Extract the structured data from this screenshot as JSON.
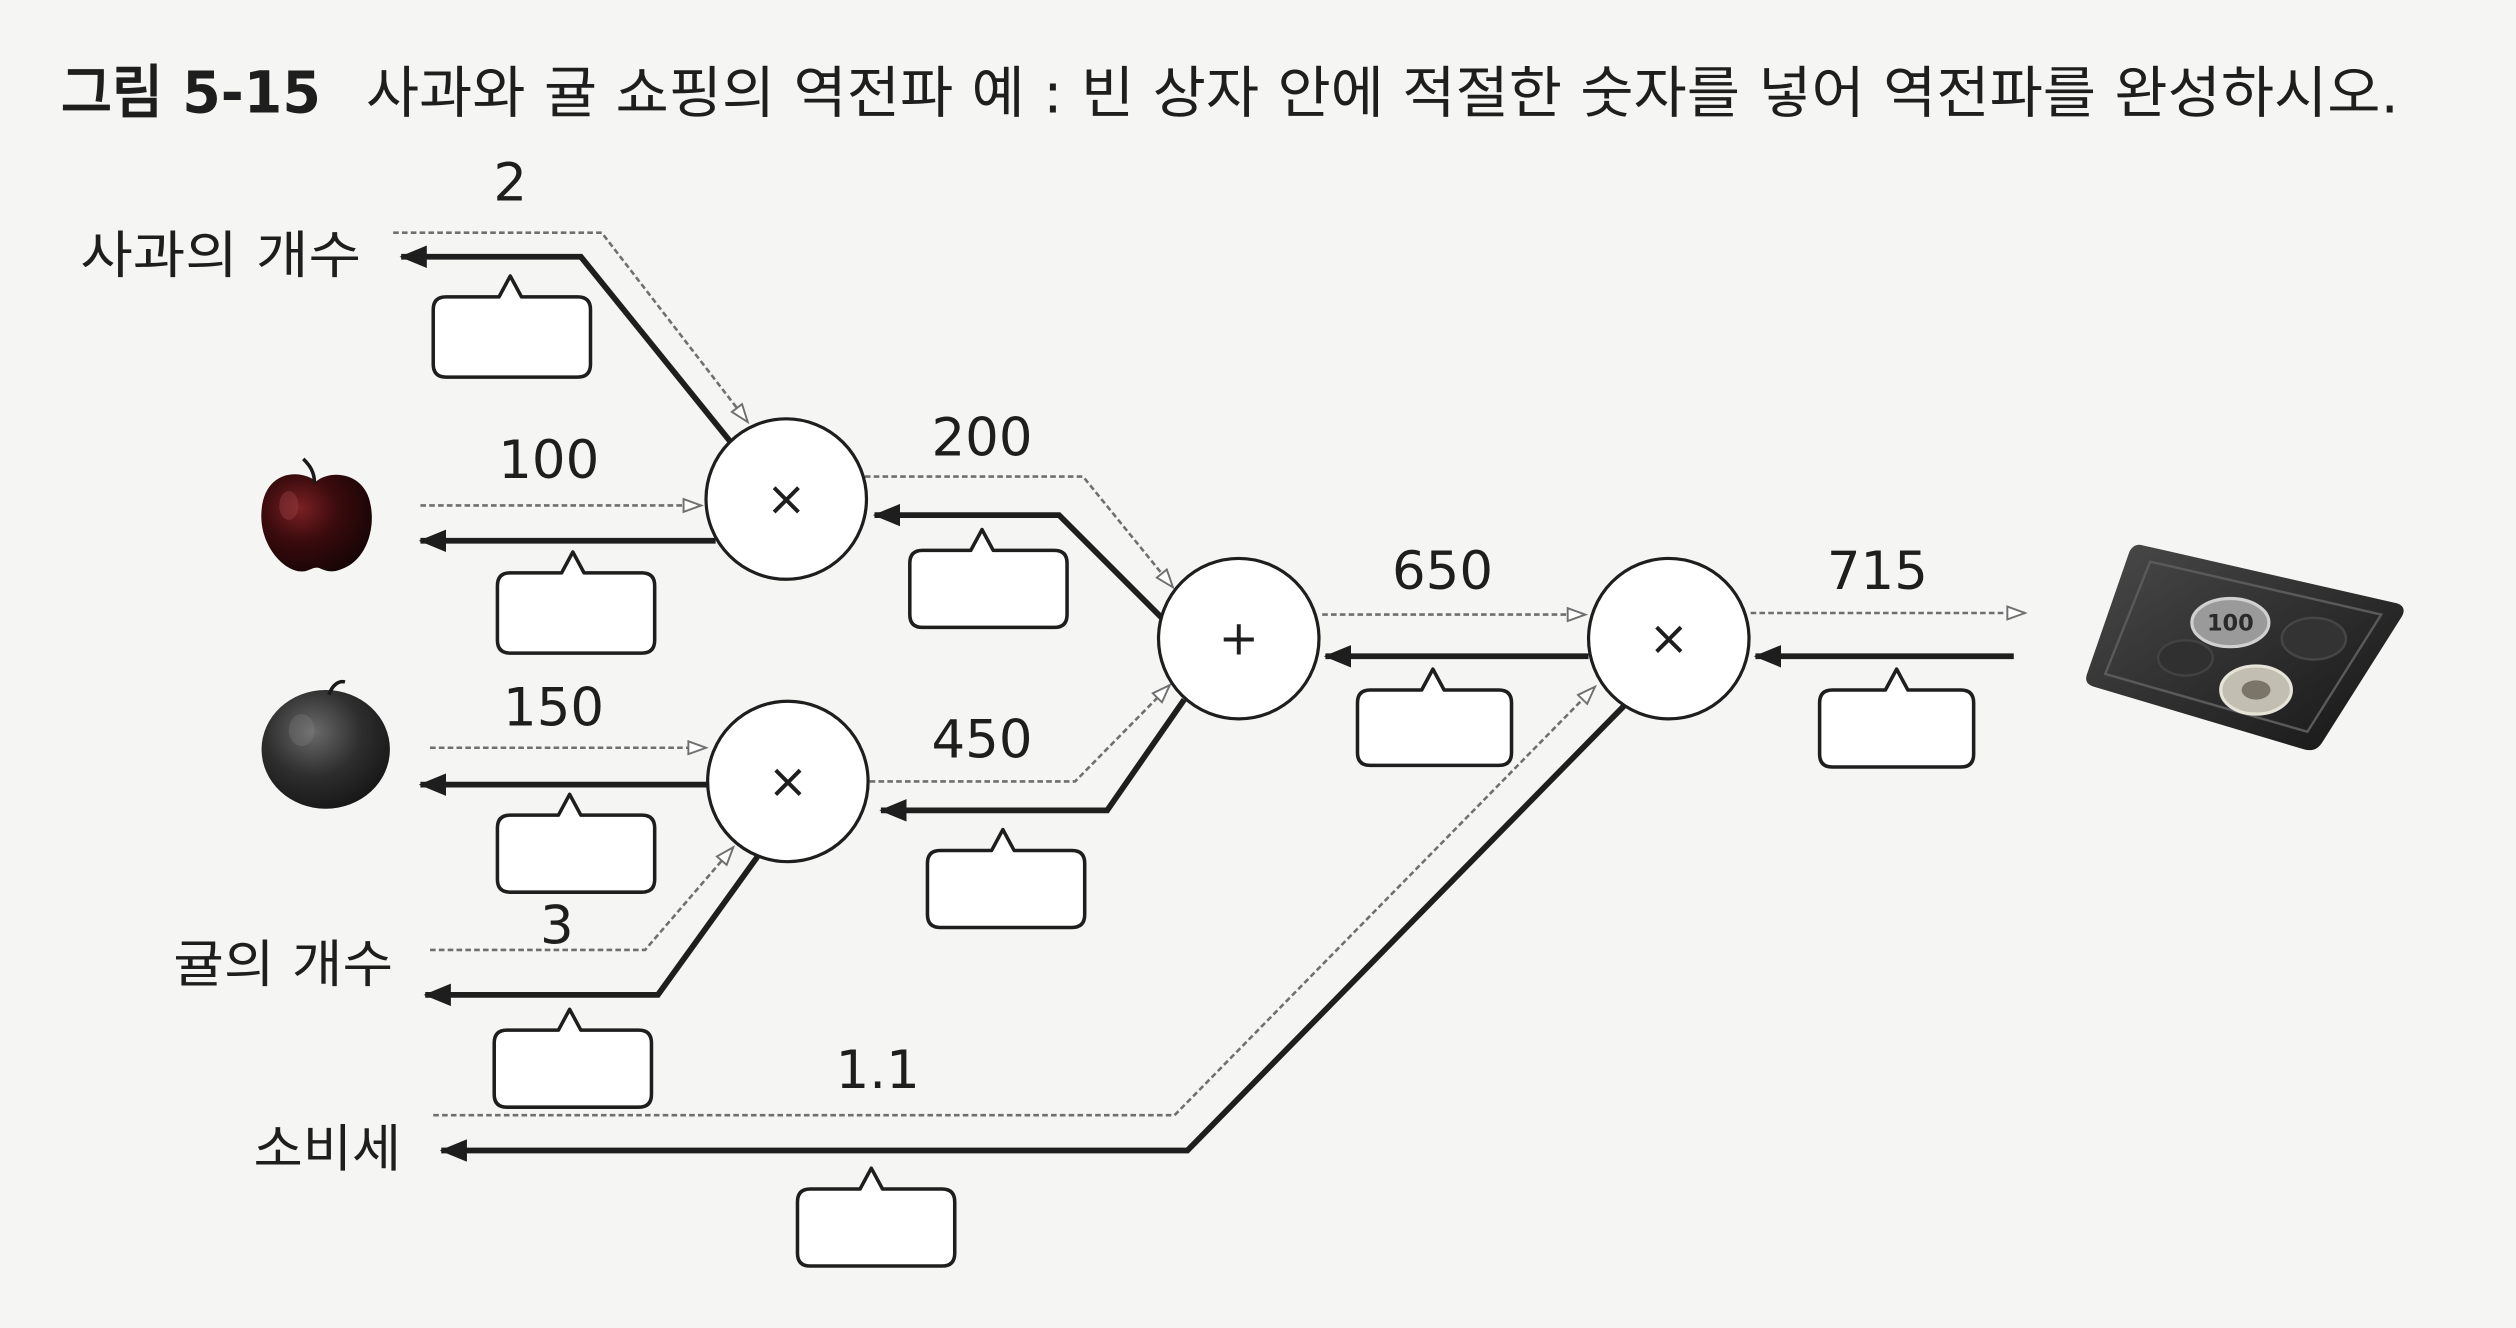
{
  "figure": {
    "label": "그림 5-15",
    "caption": "사과와 귤 쇼핑의 역전파 예 : 빈 상자 안에 적절한 숫자를 넣어 역전파를 완성하시오."
  },
  "inputs": {
    "apple_count_label": "사과의 개수",
    "orange_count_label": "귤의 개수",
    "tax_label": "소비세"
  },
  "forward": {
    "apple_count": "2",
    "apple_price": "100",
    "apple_subtotal": "200",
    "orange_price": "150",
    "orange_count": "3",
    "orange_subtotal": "450",
    "sum": "650",
    "tax": "1.1",
    "total": "715"
  },
  "nodes": {
    "apple_multiply": "×",
    "orange_multiply": "×",
    "add": "+",
    "tax_multiply": "×"
  },
  "wallet": {
    "coin_label": "100"
  },
  "icons": {
    "apple": "apple-icon",
    "orange": "orange-icon",
    "wallet": "coin-tray-icon"
  },
  "colors": {
    "forward_arrow": "#6f6f6f",
    "backward_arrow": "#1e1e1e",
    "answer_box": "#ffffff",
    "background": "#f5f5f3"
  }
}
